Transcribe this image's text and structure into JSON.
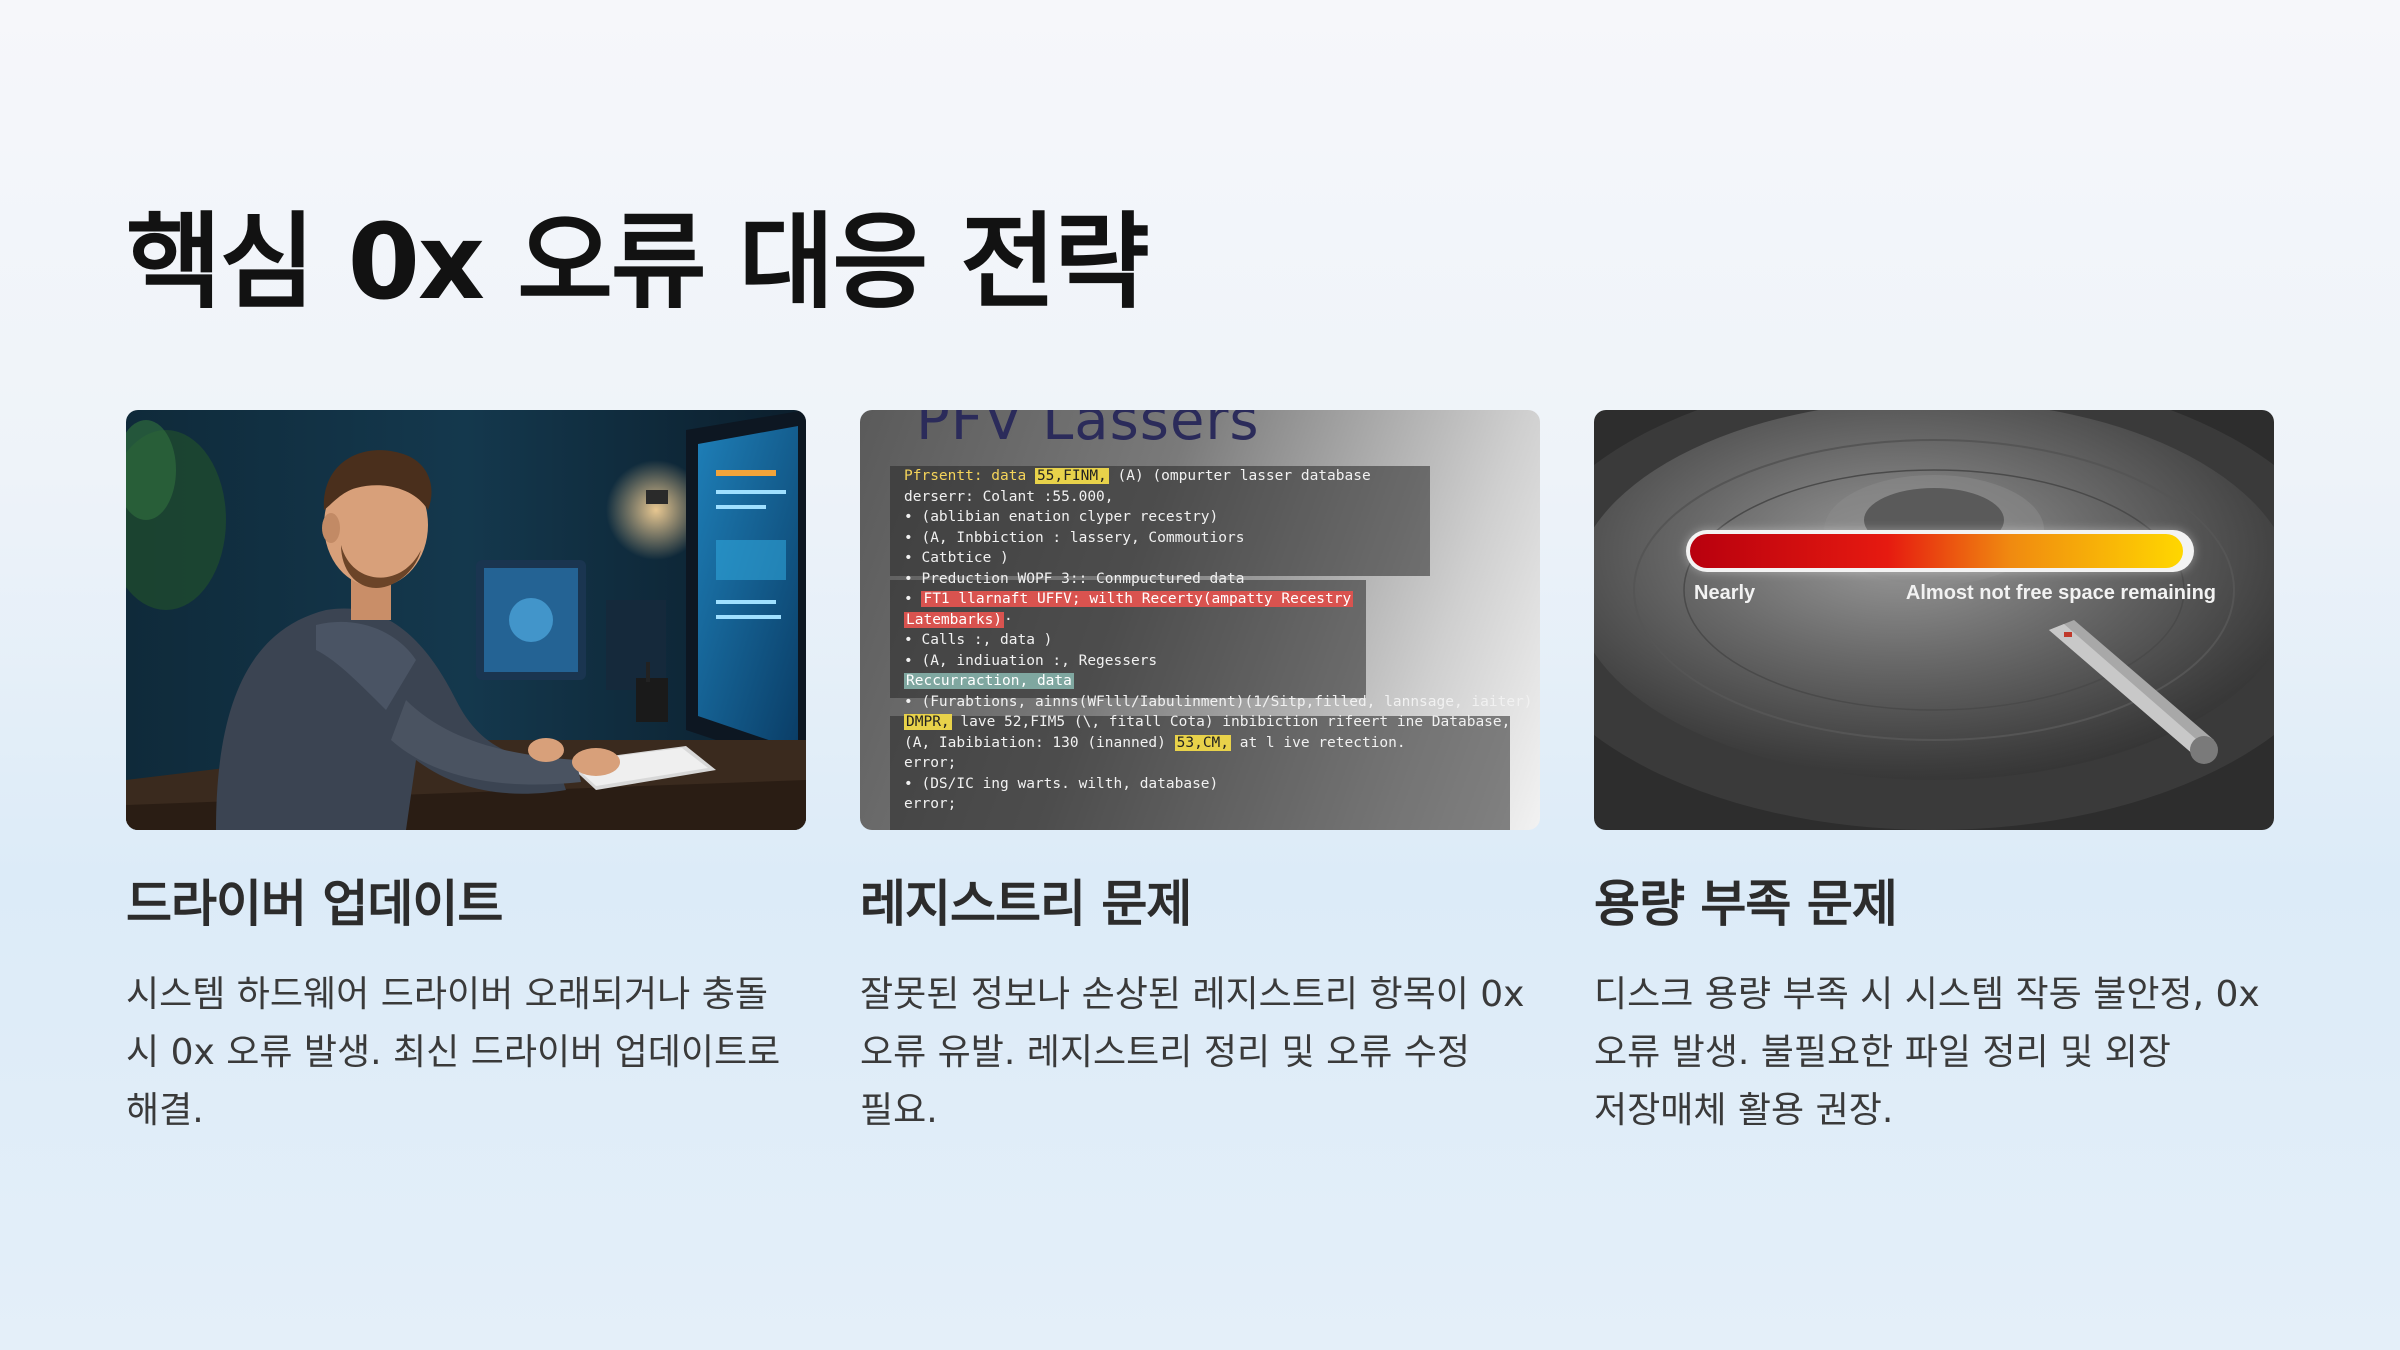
{
  "title": "핵심 0x 오류 대응 전략",
  "cards": [
    {
      "title": "드라이버 업데이트",
      "body": "시스템 하드웨어 드라이버 오래되거나 충돌 시 0x 오류 발생. 최신 드라이버 업데이트로 해결.",
      "image": "developer-at-computer"
    },
    {
      "title": "레지스트리 문제",
      "body": "잘못된 정보나 손상된 레지스트리 항목이 0x 오류 유발. 레지스트리 정리 및 오류 수정 필요.",
      "image": "registry-code-screenshot",
      "image_text": {
        "header": "PFV Lassers",
        "lines": [
          {
            "pre": "Pfrsentt: data ",
            "hl": "55,FINM,",
            "post": " (A) (ompurter lasser database"
          },
          {
            "pre": "derserr: Colant :55.000,",
            "hl": "",
            "post": ""
          },
          {
            "pre": "• (ablibian enation clyper recestry)",
            "hl": "",
            "post": ""
          },
          {
            "pre": "• (A, Inbbiction : lassery, Commoutiors",
            "hl": "",
            "post": ""
          },
          {
            "pre": "• Catbtice )",
            "hl": "",
            "post": ""
          },
          {
            "pre": "• Preduction WOPF 3:: Conmpuctured data",
            "hl": "",
            "post": ""
          },
          {
            "pre": "• ",
            "hl": "FT1 llarnaft UFFV; wilth Recerty(ampatty Recestry",
            "post": ""
          },
          {
            "pre": "  ",
            "hl": "Latembarks)",
            "post": "·"
          },
          {
            "pre": "• Calls :, data )",
            "hl": "",
            "post": ""
          },
          {
            "pre": "• (A, indiuation :, Regessers",
            "hl": "",
            "post": ""
          },
          {
            "pre": "  ",
            "hl": "Reccurraction, data",
            "post": ""
          },
          {
            "pre": "• (Furabtions, ainns(WFlll/Iabulinment)(1/Sitp,filled, lannsage, iaiter)",
            "hl": "",
            "post": ""
          },
          {
            "pre": "  ",
            "hl": "DMPR,",
            "post": " lave 52,FIM5 (\\, fitall Cota) inbibiction rifeert ine Database,"
          },
          {
            "pre": "  (A, Iabibiation: 130 (inanned) ",
            "hl": "53,CM,",
            "post": " at l ive retection."
          },
          {
            "pre": "  error;",
            "hl": "",
            "post": ""
          },
          {
            "pre": "• (DS/IC ing warts. wilth, database)",
            "hl": "",
            "post": ""
          },
          {
            "pre": "  error;",
            "hl": "",
            "post": ""
          }
        ]
      }
    },
    {
      "title": "용량 부족 문제",
      "body": "디스크 용량 부족 시 시스템 작동 불안정, 0x 오류 발생. 불필요한 파일 정리 및 외장 저장매체 활용 권장.",
      "image": "hard-disk-progress-bar",
      "image_text": {
        "left_label": "Nearly",
        "right_label": "Almost not free space remaining"
      },
      "usage_fraction": 0.985
    }
  ],
  "colors": {
    "title": "#121212",
    "card_title": "#2c2c2c",
    "body": "#3a3a3a",
    "bar_start": "#b8000e",
    "bar_end": "#ffd700"
  }
}
